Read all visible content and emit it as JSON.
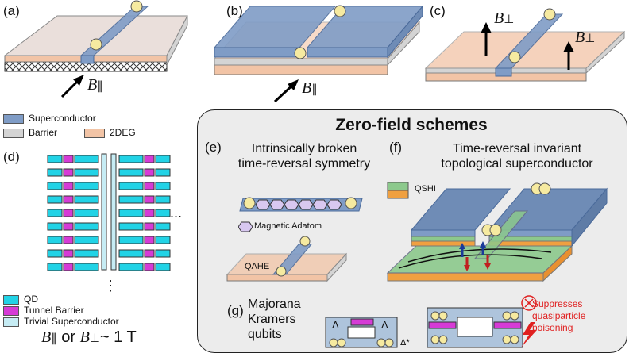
{
  "panels": {
    "a": "(a)",
    "b": "(b)",
    "c": "(c)",
    "d": "(d)",
    "e": "(e)",
    "f": "(f)",
    "g": "(g)"
  },
  "field_labels": {
    "b_parallel_main": "B",
    "b_parallel_sub": "∥",
    "b_perp_main": "B",
    "b_perp_sub": "⊥"
  },
  "legend_top": {
    "superconductor": "Superconductor",
    "barrier": "Barrier",
    "twodeg": "2DEG"
  },
  "legend_d": {
    "qd": "QD",
    "tunnel_barrier": "Tunnel Barrier",
    "trivial_sc": "Trivial Superconductor"
  },
  "chain": {
    "ellipsis_h": "...",
    "ellipsis_v": "⋮",
    "field_or": "or",
    "field_value": "~ 1 T"
  },
  "zero_field": {
    "title": "Zero-field schemes",
    "e_caption_1": "Intrinsically broken",
    "e_caption_2": "time-reversal symmetry",
    "magnetic_adatom": "Magnetic Adatom",
    "qahe": "QAHE",
    "f_caption_1": "Time-reversal invariant",
    "f_caption_2": "topological superconductor",
    "qshi": "QSHI",
    "g_caption_1": "Majorana Kramers",
    "g_caption_2": "qubits",
    "delta": "Δ",
    "delta_star": "Δ*",
    "suppress_1": "Suppresses",
    "suppress_2": "quasiparticle",
    "suppress_3": "poisoning"
  },
  "colors": {
    "superconductor": "#7f9cc6",
    "barrier": "#d4d4d4",
    "twodeg": "#f2c4a6",
    "qd": "#22d3e6",
    "tunnel_barrier": "#d63bd6",
    "trivial_sc": "#c6ecf4",
    "qshi": "#8cc98c",
    "substrate_orange": "#f0a040",
    "majorana": "#f6eaa0",
    "warning_red": "#e02020"
  }
}
